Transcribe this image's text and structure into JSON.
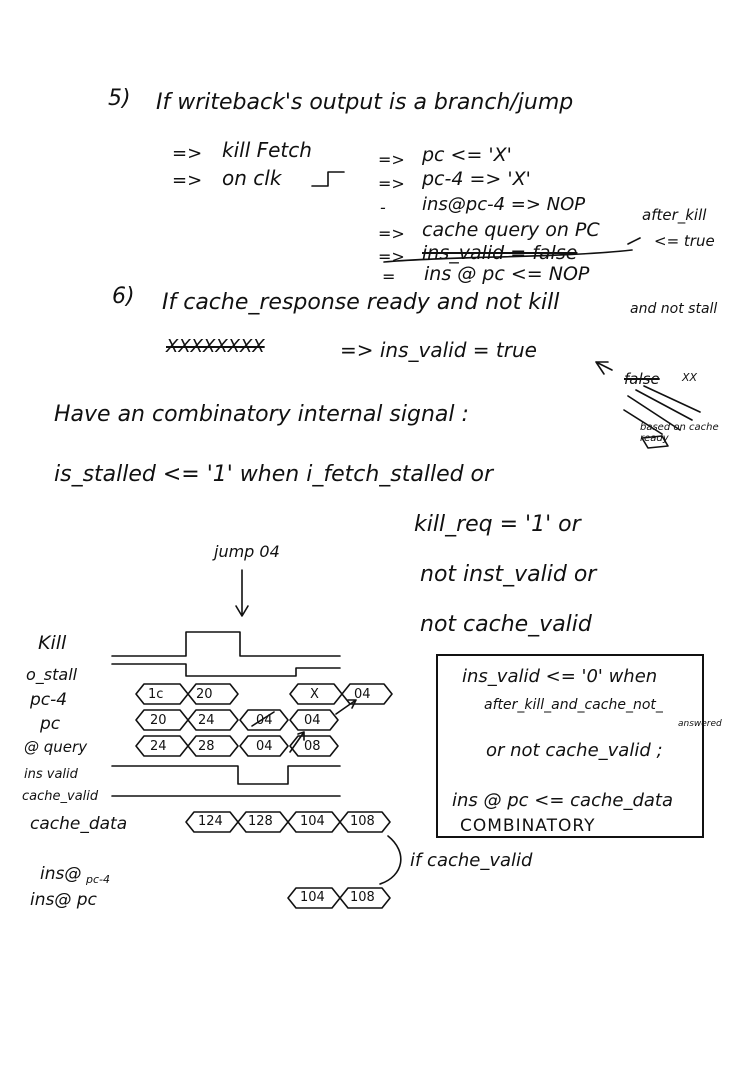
{
  "section5": {
    "number": "5)",
    "heading": "If writeback's output is a branch/jump",
    "arrow_lines": [
      {
        "arrow": "=>",
        "text": "kill Fetch"
      },
      {
        "arrow": "=>",
        "text": "on clk"
      }
    ],
    "actions": [
      {
        "arrow": "=>",
        "text": "pc   <= 'X'"
      },
      {
        "arrow": "=>",
        "text": "pc-4 => 'X'"
      },
      {
        "arrow": "-",
        "text": "ins@pc-4 => NOP"
      },
      {
        "arrow": "=>",
        "text": "cache query on PC"
      },
      {
        "arrow": "=>",
        "text": "ins_valid = false"
      },
      {
        "arrow": "=",
        "text": "ins @ pc <= NOP"
      }
    ],
    "side_note": "after_kill",
    "side_note_value": "<= true"
  },
  "section6": {
    "number": "6)",
    "heading": "If cache_response ready and not kill",
    "heading_extra": "and not stall",
    "crossed": "XXXXXXXX",
    "result": "=> ins_valid = true",
    "side_crossed": "false",
    "side_crossed_2": "XX",
    "side_note": "based on cache ready"
  },
  "combinatory": {
    "intro": "Have an combinatory internal signal :",
    "line1": "is_stalled <= '1' when  i_fetch_stalled or",
    "line2": "kill_req = '1' or",
    "line3": "not inst_valid or",
    "line4": "not cache_valid"
  },
  "timing": {
    "jump_label": "jump 04",
    "signals": [
      "Kill",
      "o_stall",
      "pc-4",
      "pc",
      "@ query",
      "ins valid",
      "cache_valid",
      "cache_data",
      "ins@",
      "ins@ pc"
    ],
    "ins_pc4_suffix": "pc-4",
    "pc4_cells": [
      "1c",
      "20",
      "X",
      "04"
    ],
    "pc_cells": [
      "20",
      "24",
      "04",
      "04"
    ],
    "query_cells": [
      "24",
      "28",
      "04",
      "08"
    ],
    "cache_data_cells": [
      "124",
      "128",
      "104",
      "108"
    ],
    "ins_cells": [
      "104",
      "108"
    ],
    "if_label": "if cache_valid"
  },
  "boxed_note": {
    "line1": "ins_valid <= '0' when",
    "line2": "after_kill_and_cache_not_",
    "line2b": "answered",
    "line3": "or not cache_valid ;",
    "line4": "ins @ pc <= cache_data",
    "line5": "COMBINATORY"
  }
}
